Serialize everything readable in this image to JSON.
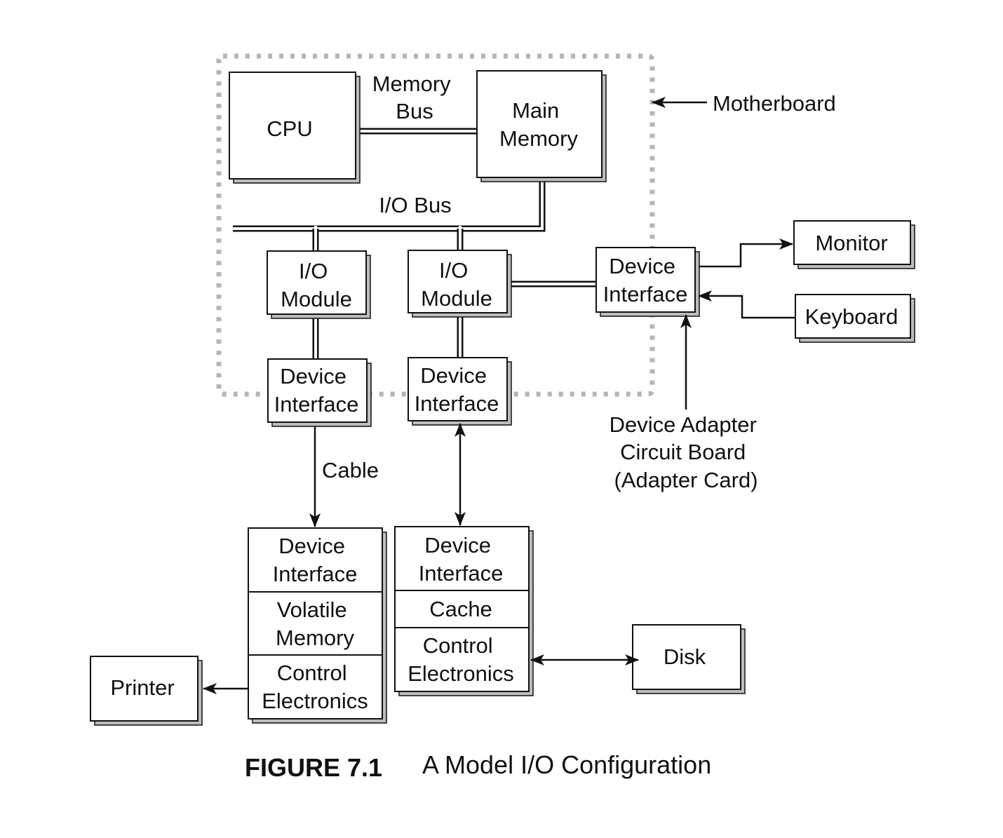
{
  "boxes": {
    "cpu": "CPU",
    "main_memory": [
      "Main",
      "Memory"
    ],
    "io_module_left": [
      "I/O",
      "Module"
    ],
    "io_module_right": [
      "I/O",
      "Module"
    ],
    "device_interface_right": [
      "Device",
      "Interface"
    ],
    "device_interface_left_upper": [
      "Device",
      "Interface"
    ],
    "device_interface_mid_upper": [
      "Device",
      "Interface"
    ],
    "monitor": "Monitor",
    "keyboard": "Keyboard",
    "printer": "Printer",
    "disk": "Disk",
    "printer_controller": {
      "device_interface": [
        "Device",
        "Interface"
      ],
      "volatile_memory": [
        "Volatile",
        "Memory"
      ],
      "control_electronics": [
        "Control",
        "Electronics"
      ]
    },
    "disk_controller": {
      "device_interface": [
        "Device",
        "Interface"
      ],
      "cache": "Cache",
      "control_electronics": [
        "Control",
        "Electronics"
      ]
    }
  },
  "labels": {
    "memory_bus": [
      "Memory",
      "Bus"
    ],
    "io_bus": "I/O Bus",
    "motherboard": "Motherboard",
    "cable": "Cable",
    "device_adapter": [
      "Device Adapter",
      "Circuit Board",
      "(Adapter Card)"
    ]
  },
  "caption": {
    "number": "FIGURE 7.1",
    "title": "A Model I/O Configuration"
  }
}
